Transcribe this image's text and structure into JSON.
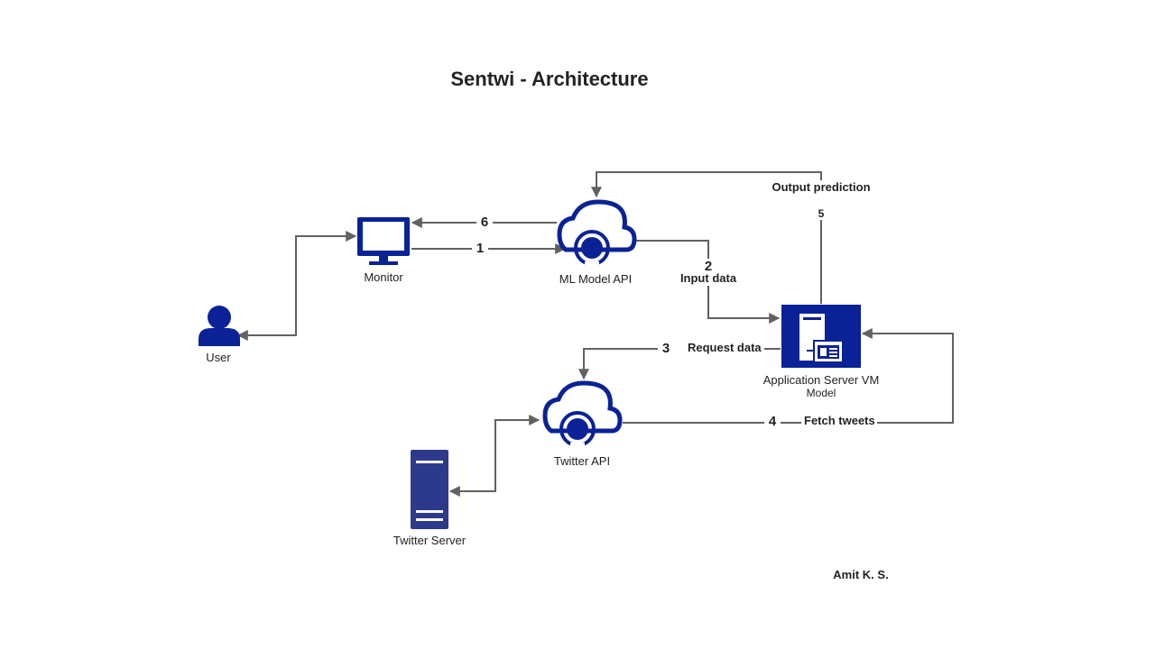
{
  "title": "Sentwi - Architecture",
  "author": "Amit K. S.",
  "colors": {
    "accent": "#0a2296",
    "server": "#2d3a8c",
    "connector": "#616161"
  },
  "nodes": {
    "user": {
      "label": "User",
      "icon": "user-icon"
    },
    "monitor": {
      "label": "Monitor",
      "icon": "monitor-icon"
    },
    "ml_api": {
      "label": "ML Model API",
      "icon": "cloud-api-icon"
    },
    "app_server": {
      "label": "Application Server VM",
      "sublabel": "Model",
      "icon": "application-server-icon"
    },
    "twitter_api": {
      "label": "Twitter API",
      "icon": "cloud-api-icon"
    },
    "twitter_server": {
      "label": "Twitter Server",
      "icon": "server-tower-icon"
    }
  },
  "edges": [
    {
      "id": "step-1",
      "number": "1",
      "label": ""
    },
    {
      "id": "step-2",
      "number": "2",
      "label": "Input data"
    },
    {
      "id": "step-3",
      "number": "3",
      "label": "Request data"
    },
    {
      "id": "step-4",
      "number": "4",
      "label": "Fetch tweets"
    },
    {
      "id": "step-5",
      "number": "5",
      "label": "Output prediction"
    },
    {
      "id": "step-6",
      "number": "6",
      "label": ""
    }
  ]
}
